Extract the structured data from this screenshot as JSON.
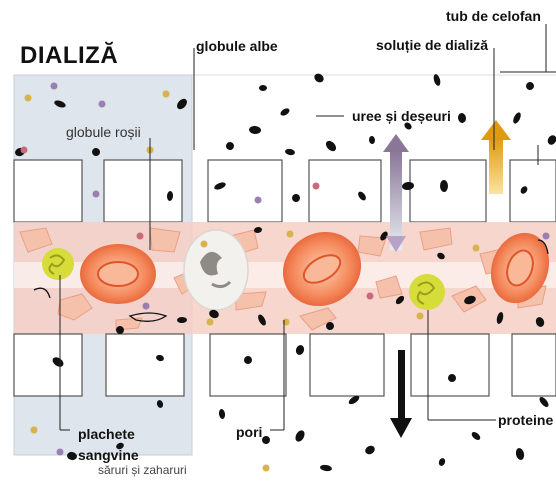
{
  "diagram": {
    "title": "DIALIZĂ",
    "labels": {
      "celofan": "tub de celofan",
      "globule_albe": "globule albe",
      "solutie": "soluție de dializă",
      "uree": "uree și deșeuri",
      "globule_rosii": "globule roșii",
      "plachete": "plachete sangvine",
      "pori": "pori",
      "proteine": "proteine",
      "saruri": "săruri și zaharuri"
    },
    "colors": {
      "blood_panel": "#dfe5ec",
      "blood_band": "#f6cfc4",
      "rbc": "#f07040",
      "wbc": "#d6dc3a",
      "arrow_purple": "#b8a2c8",
      "arrow_gold": "#e6a21c",
      "molecule": "#111111"
    }
  }
}
